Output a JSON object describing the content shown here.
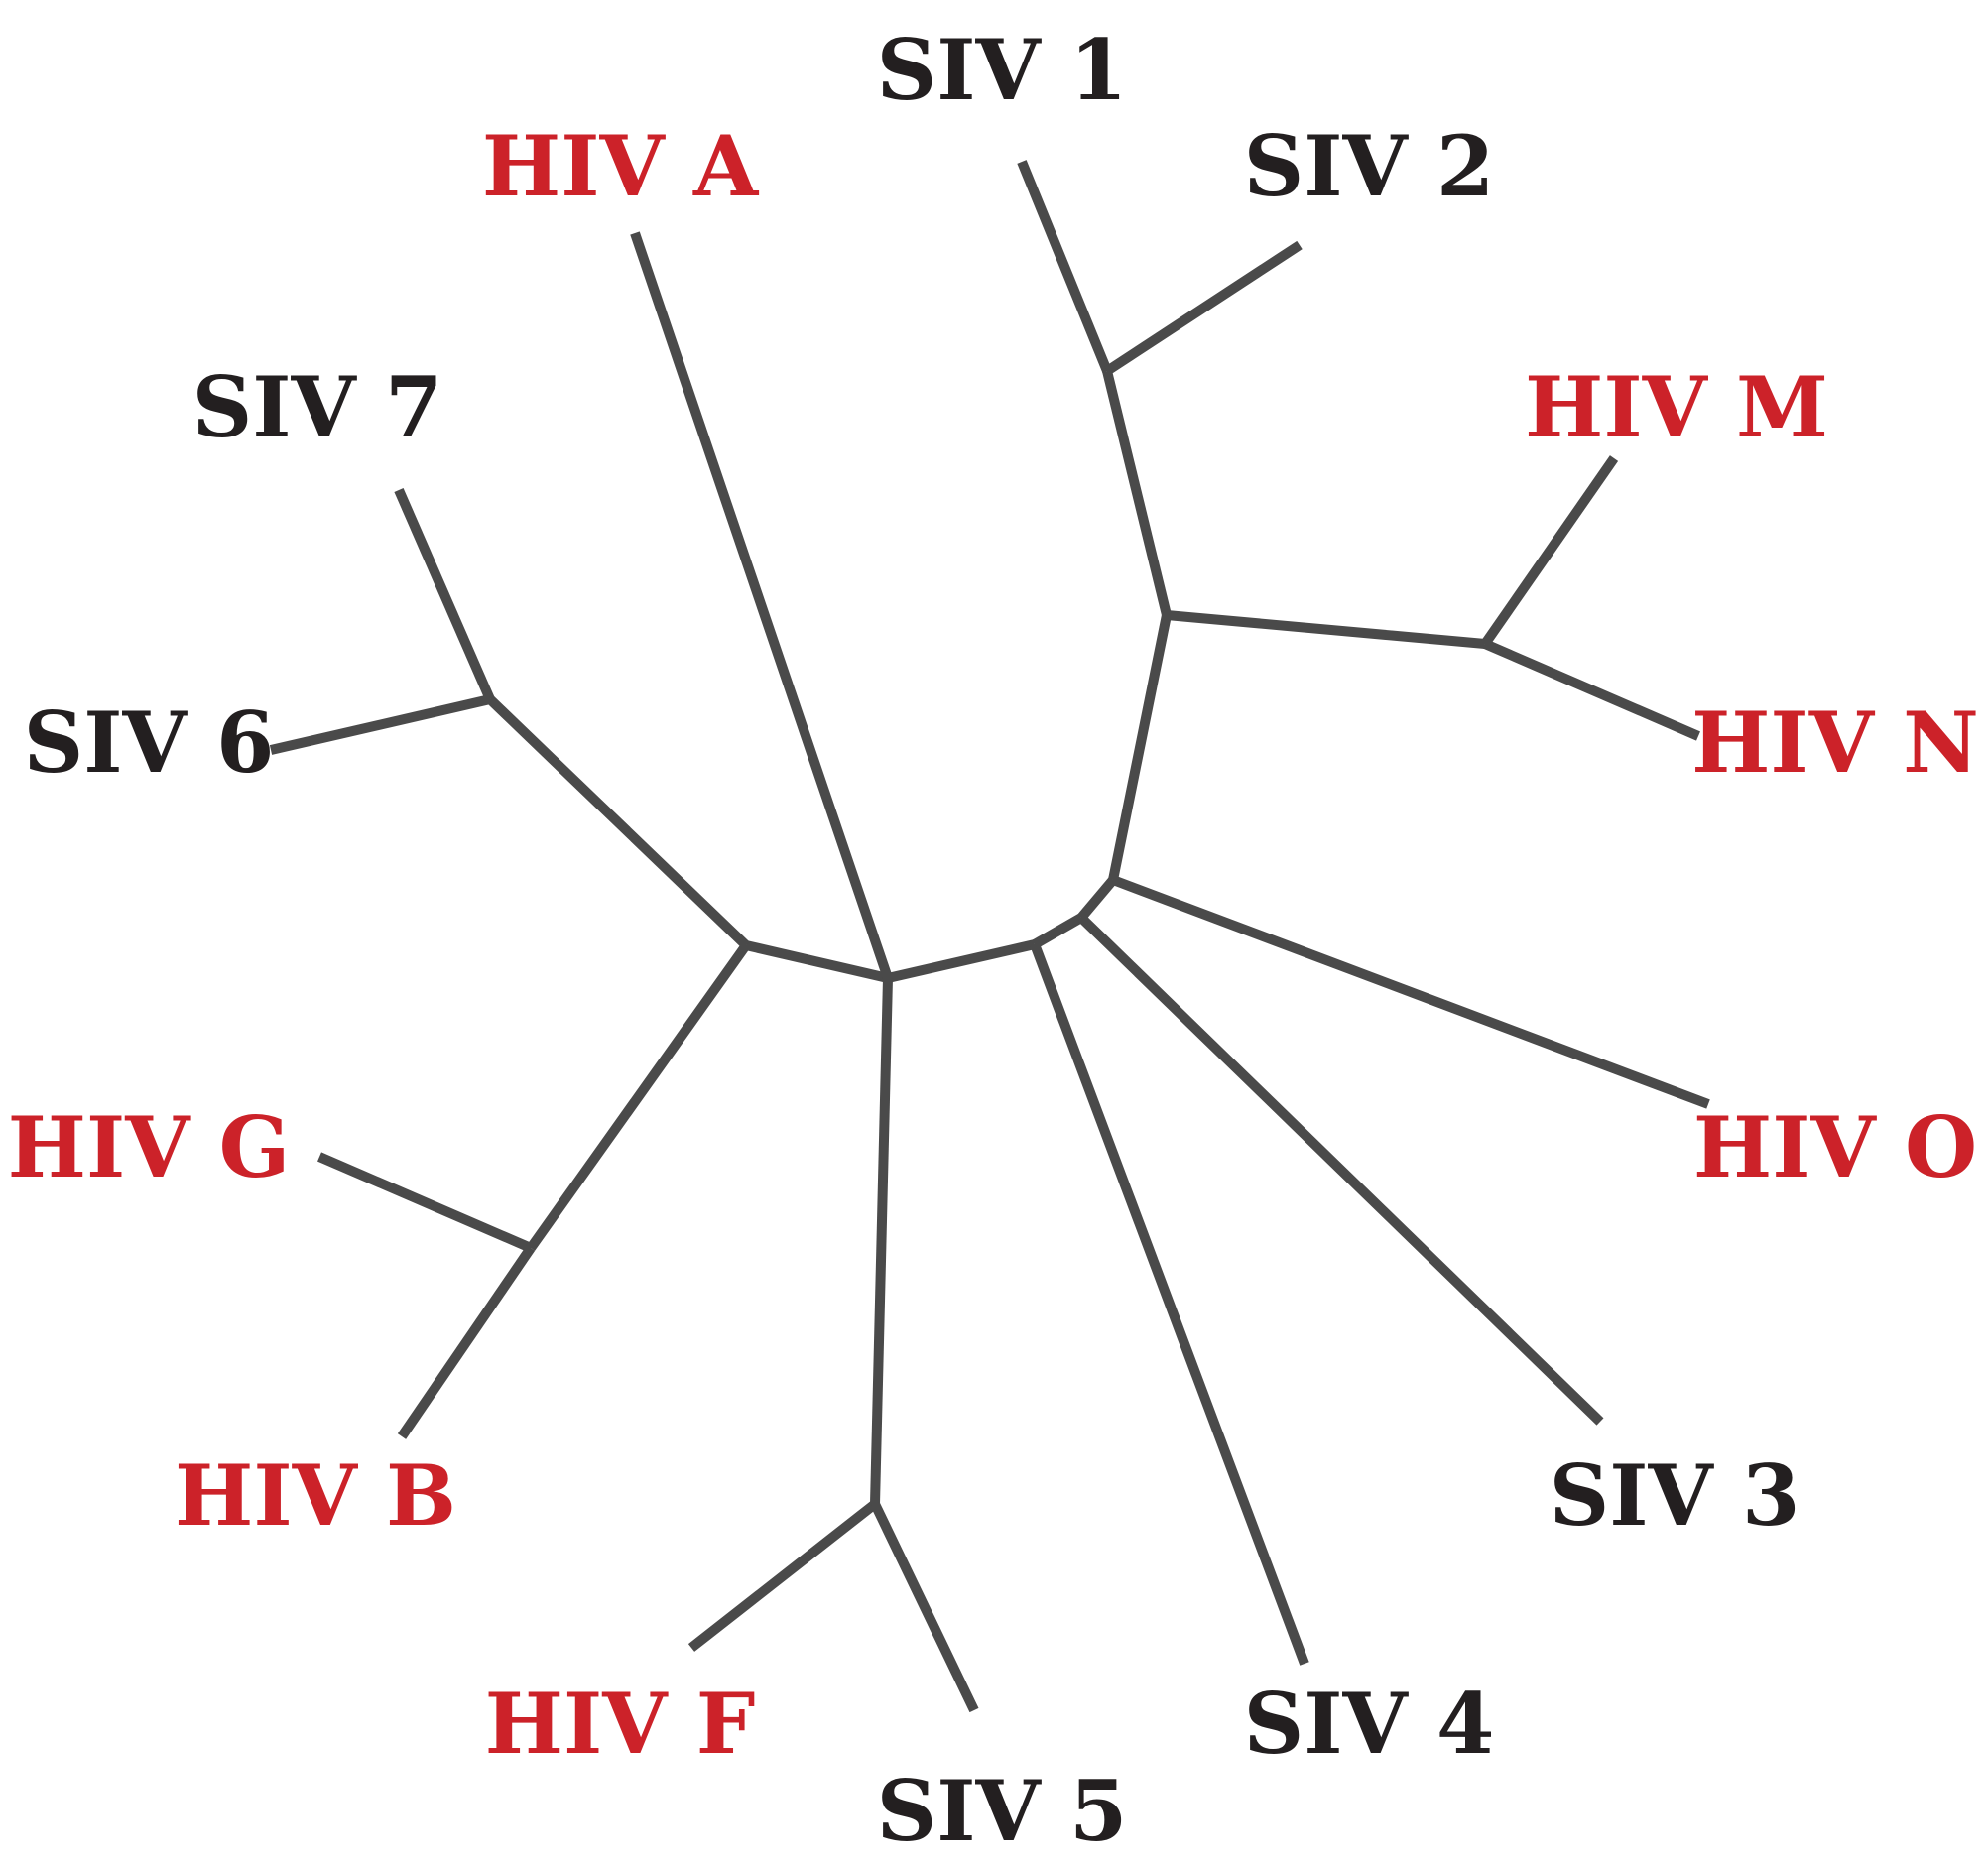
{
  "colors": {
    "branch": "#4a4a4a",
    "hiv": "#cc2229",
    "siv": "#231f20"
  },
  "tree": {
    "type": "unrooted phylogenetic tree",
    "leaves": {
      "siv1": {
        "label": "SIV 1",
        "group": "siv"
      },
      "siv2": {
        "label": "SIV 2",
        "group": "siv"
      },
      "siv3": {
        "label": "SIV 3",
        "group": "siv"
      },
      "siv4": {
        "label": "SIV 4",
        "group": "siv"
      },
      "siv5": {
        "label": "SIV 5",
        "group": "siv"
      },
      "siv6": {
        "label": "SIV 6",
        "group": "siv"
      },
      "siv7": {
        "label": "SIV 7",
        "group": "siv"
      },
      "hiva": {
        "label": "HIV A",
        "group": "hiv"
      },
      "hivb": {
        "label": "HIV B",
        "group": "hiv"
      },
      "hivf": {
        "label": "HIV F",
        "group": "hiv"
      },
      "hivg": {
        "label": "HIV G",
        "group": "hiv"
      },
      "hivm": {
        "label": "HIV M",
        "group": "hiv"
      },
      "hivn": {
        "label": "HIV N",
        "group": "hiv"
      },
      "hivo": {
        "label": "HIV O",
        "group": "hiv"
      }
    }
  }
}
